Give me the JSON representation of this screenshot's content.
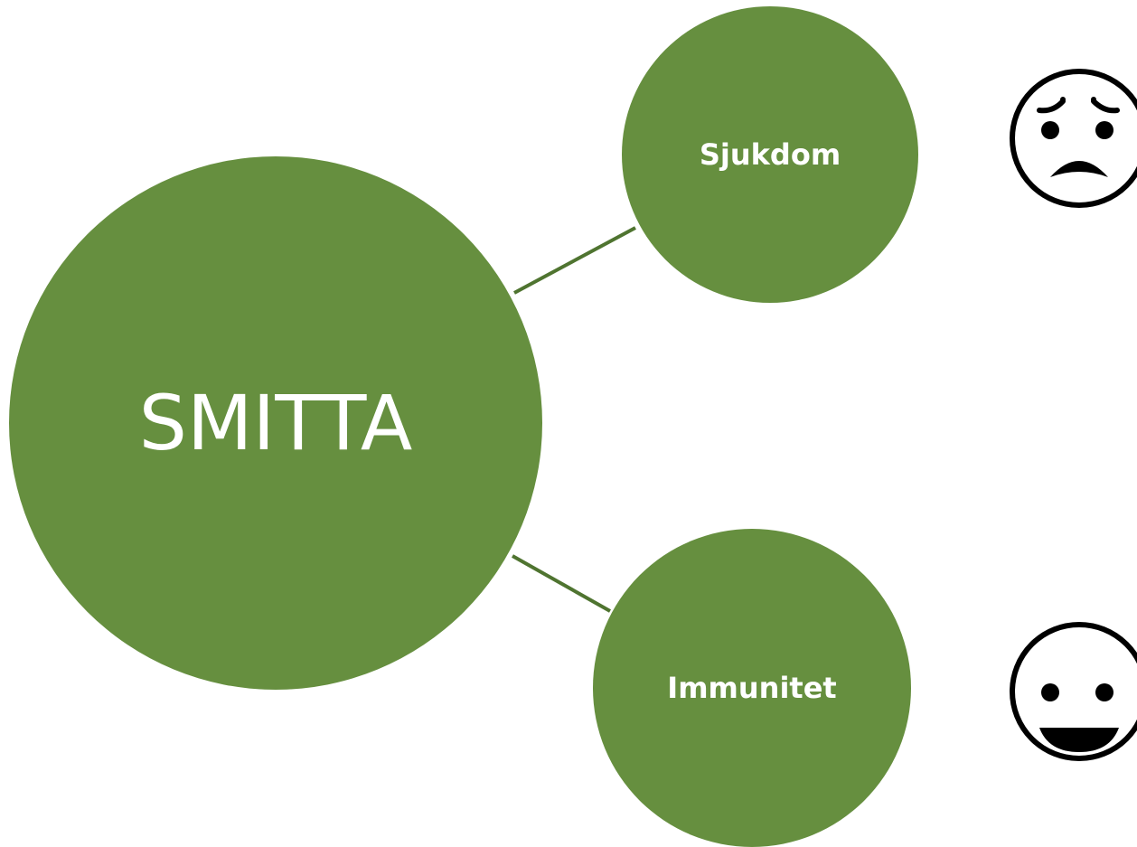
{
  "diagram": {
    "main_node": {
      "label": "SMITTA"
    },
    "branches": [
      {
        "label": "Sjukdom",
        "icon": "sad-face-icon"
      },
      {
        "label": "Immunitet",
        "icon": "happy-face-icon"
      }
    ],
    "colors": {
      "node_fill": "#668f3f",
      "connector": "#4f7430",
      "label_text": "#ffffff",
      "icon_stroke": "#000000"
    }
  }
}
